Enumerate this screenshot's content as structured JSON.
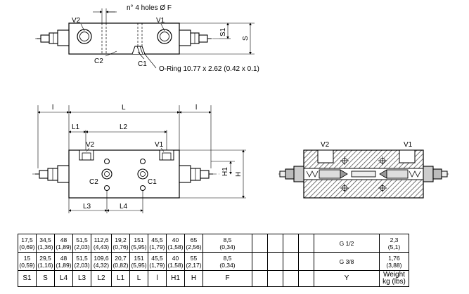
{
  "top_view": {
    "holes_label": "n° 4 holes Ø F",
    "v2": "V2",
    "v1": "V1",
    "c2": "C2",
    "c1": "C1",
    "s1": "S1",
    "s": "S",
    "oring": "O-Ring 10.77 x 2.62 (0.42 x  0.1)"
  },
  "front_view": {
    "l_left": "l",
    "l_total": "L",
    "l_right": "l",
    "l1": "L1",
    "l2": "L2",
    "l3": "L3",
    "l4": "L4",
    "v2": "V2",
    "v1": "V1",
    "c2": "C2",
    "c1": "C1",
    "h1": "H1",
    "h": "H"
  },
  "section_view": {
    "v2": "V2",
    "v1": "V1"
  },
  "table": {
    "headers": [
      "S1",
      "S",
      "L4",
      "L3",
      "L2",
      "L1",
      "L",
      "l",
      "H1",
      "H",
      "F",
      "",
      "",
      "",
      "",
      "Y",
      "Weight\nkg (lbs)"
    ],
    "rows": [
      [
        "17,5\n(0,69)",
        "34,5\n(1,36)",
        "48\n(1,89)",
        "51,5\n(2,03)",
        "112,6\n(4,43)",
        "19,2\n(0,76)",
        "151\n(5,95)",
        "45,5\n(1,79)",
        "40\n(1,58)",
        "65\n(2,56)",
        "8,5\n(0,34)",
        "",
        "",
        "",
        "",
        "G 1/2",
        "2,3\n(5,1)"
      ],
      [
        "15\n(0,59)",
        "29,5\n(1,16)",
        "48\n(1,89)",
        "51,5\n(2,03)",
        "109,6\n(4,32)",
        "20,7\n(0,82)",
        "151\n(5,95)",
        "45,5\n(1,79)",
        "40\n(1,58)",
        "55\n(2,17)",
        "8,5\n(0,34)",
        "",
        "",
        "",
        "",
        "G 3/8",
        "1,76\n(3,88)"
      ]
    ]
  }
}
